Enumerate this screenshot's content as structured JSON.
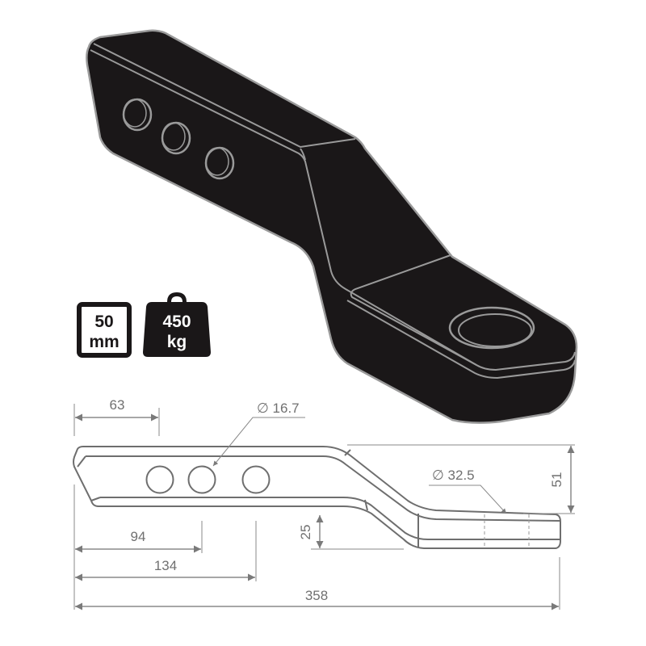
{
  "badges": {
    "size": {
      "line1": "50",
      "line2": "mm"
    },
    "weight": {
      "line1": "450",
      "line2": "kg"
    }
  },
  "dimensions": {
    "hole_spacing_first": "63",
    "hole_diameter": "∅ 16.7",
    "ball_hole_diameter": "∅ 32.5",
    "height_total": "51",
    "drop": "25",
    "to_second_hole": "94",
    "to_bend": "134",
    "overall_length": "358"
  },
  "colors": {
    "body": "#1a1718",
    "outline": "#9a9a9a",
    "dimension": "#7a7a7a",
    "drawing": "#6e6e6e"
  }
}
